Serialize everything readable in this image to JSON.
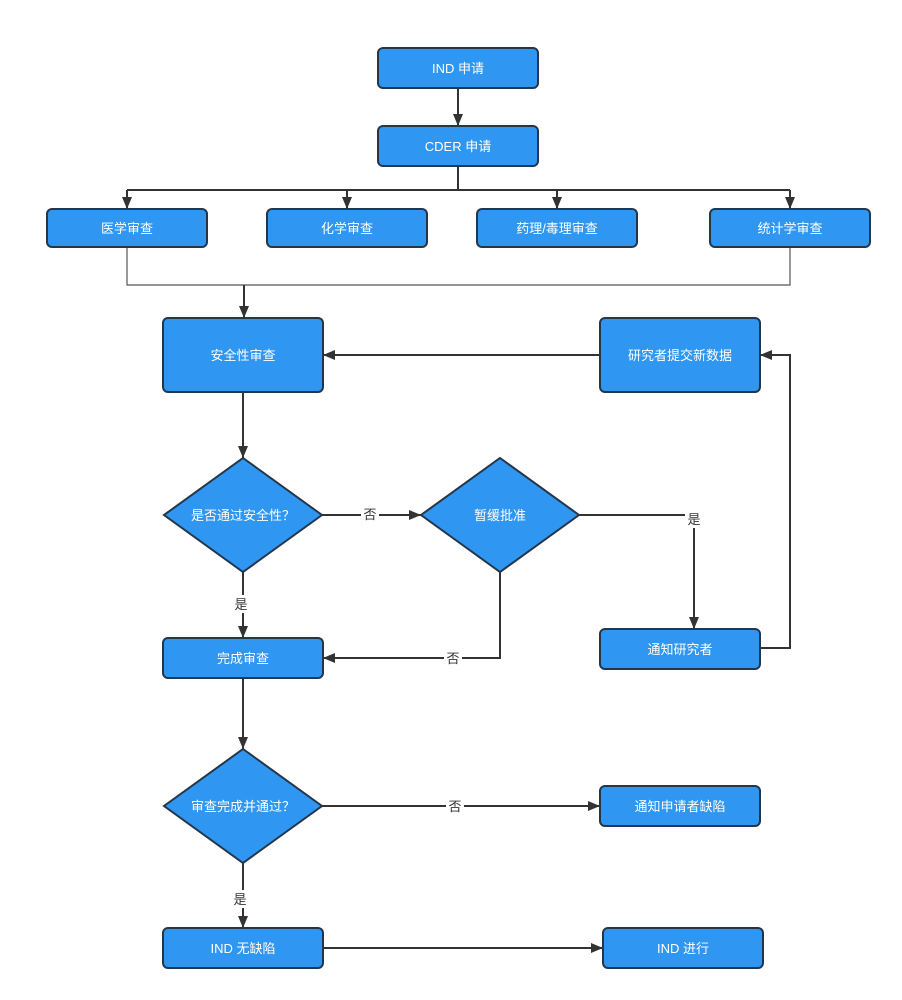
{
  "diagram": {
    "type": "flowchart",
    "colors": {
      "background": "#ffffff",
      "node_fill": "#2f96f2",
      "node_border": "#24364a",
      "node_text": "#ffffff",
      "line": "#333333",
      "label_text": "#333333"
    },
    "nodes": {
      "ind_application": {
        "label": "IND 申请",
        "shape": "rectangle"
      },
      "cder_application": {
        "label": "CDER 申请",
        "shape": "rectangle"
      },
      "medical_review": {
        "label": "医学审查",
        "shape": "rectangle"
      },
      "chemistry_review": {
        "label": "化学审查",
        "shape": "rectangle"
      },
      "pharm_tox_review": {
        "label": "药理/毒理审查",
        "shape": "rectangle"
      },
      "statistics_review": {
        "label": "统计学审查",
        "shape": "rectangle"
      },
      "safety_review": {
        "label": "安全性审查",
        "shape": "rectangle"
      },
      "researcher_new_data": {
        "label": "研究者提交新数据",
        "shape": "rectangle"
      },
      "pass_safety_decision": {
        "label": "是否通过安全性？",
        "shape": "diamond"
      },
      "hold_approval_decision": {
        "label": "暂缓批准",
        "shape": "diamond"
      },
      "complete_review": {
        "label": "完成审查",
        "shape": "rectangle"
      },
      "notify_researcher": {
        "label": "通知研究者",
        "shape": "rectangle"
      },
      "review_passed_decision": {
        "label": "审查完成并通过？",
        "shape": "diamond"
      },
      "notify_applicant_deficiency": {
        "label": "通知申请者缺陷",
        "shape": "rectangle"
      },
      "ind_no_deficiency": {
        "label": "IND 无缺陷",
        "shape": "rectangle"
      },
      "ind_proceed": {
        "label": "IND 进行",
        "shape": "rectangle"
      }
    },
    "edges": [
      {
        "from": "ind_application",
        "to": "cder_application",
        "label": ""
      },
      {
        "from": "cder_application",
        "to": "medical_review",
        "label": ""
      },
      {
        "from": "cder_application",
        "to": "chemistry_review",
        "label": ""
      },
      {
        "from": "cder_application",
        "to": "pharm_tox_review",
        "label": ""
      },
      {
        "from": "cder_application",
        "to": "statistics_review",
        "label": ""
      },
      {
        "from": "medical_review",
        "to": "safety_review",
        "label": ""
      },
      {
        "from": "statistics_review",
        "to": "safety_review",
        "label": ""
      },
      {
        "from": "safety_review",
        "to": "pass_safety_decision",
        "label": ""
      },
      {
        "from": "pass_safety_decision",
        "to": "hold_approval_decision",
        "label": "否"
      },
      {
        "from": "hold_approval_decision",
        "to": "notify_researcher",
        "label": "是"
      },
      {
        "from": "notify_researcher",
        "to": "researcher_new_data",
        "label": ""
      },
      {
        "from": "researcher_new_data",
        "to": "safety_review",
        "label": ""
      },
      {
        "from": "hold_approval_decision",
        "to": "complete_review",
        "label": "否"
      },
      {
        "from": "pass_safety_decision",
        "to": "complete_review",
        "label": "是"
      },
      {
        "from": "complete_review",
        "to": "review_passed_decision",
        "label": ""
      },
      {
        "from": "review_passed_decision",
        "to": "notify_applicant_deficiency",
        "label": "否"
      },
      {
        "from": "review_passed_decision",
        "to": "ind_no_deficiency",
        "label": "是"
      },
      {
        "from": "ind_no_deficiency",
        "to": "ind_proceed",
        "label": ""
      }
    ]
  }
}
